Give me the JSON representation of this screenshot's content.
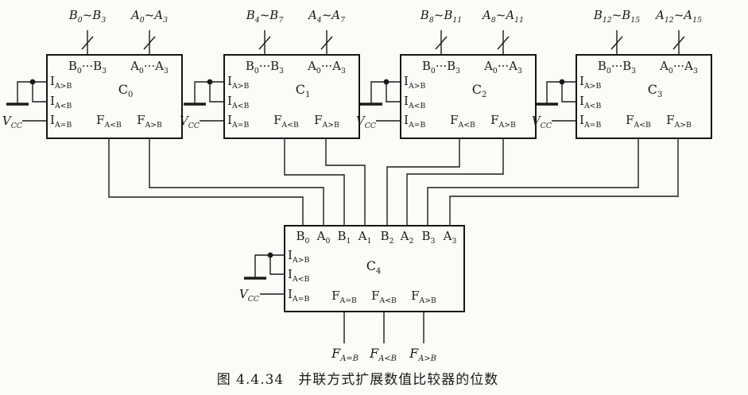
{
  "colors": {
    "ink": "#1a1a1a",
    "paper": "#fbfbf8"
  },
  "caption": {
    "figure_no": "图 4.4.34",
    "title": "并联方式扩展数值比较器的位数"
  },
  "vcc_label": "V_{CC}",
  "top_comparators": [
    {
      "name": "C_{0}",
      "bus_b": "B_{0}~B_{3}",
      "bus_a": "A_{0}~A_{3}",
      "port_b": "B_{0}···B_{3}",
      "port_a": "A_{0}···A_{3}",
      "cascade_inputs": [
        "I_{A>B}",
        "I_{A<B}",
        "I_{A=B}"
      ],
      "outputs": [
        "F_{A<B}",
        "F_{A>B}"
      ]
    },
    {
      "name": "C_{1}",
      "bus_b": "B_{4}~B_{7}",
      "bus_a": "A_{4}~A_{7}",
      "port_b": "B_{0}···B_{3}",
      "port_a": "A_{0}···A_{3}",
      "cascade_inputs": [
        "I_{A>B}",
        "I_{A<B}",
        "I_{A=B}"
      ],
      "outputs": [
        "F_{A<B}",
        "F_{A>B}"
      ]
    },
    {
      "name": "C_{2}",
      "bus_b": "B_{8}~B_{11}",
      "bus_a": "A_{8}~A_{11}",
      "port_b": "B_{0}···B_{3}",
      "port_a": "A_{0}···A_{3}",
      "cascade_inputs": [
        "I_{A>B}",
        "I_{A<B}",
        "I_{A=B}"
      ],
      "outputs": [
        "F_{A<B}",
        "F_{A>B}"
      ]
    },
    {
      "name": "C_{3}",
      "bus_b": "B_{12}~B_{15}",
      "bus_a": "A_{12}~A_{15}",
      "port_b": "B_{0}···B_{3}",
      "port_a": "A_{0}···A_{3}",
      "cascade_inputs": [
        "I_{A>B}",
        "I_{A<B}",
        "I_{A=B}"
      ],
      "outputs": [
        "F_{A<B}",
        "F_{A>B}"
      ]
    }
  ],
  "final_comparator": {
    "name": "C_{4}",
    "ports": [
      "B_{0}",
      "A_{0}",
      "B_{1}",
      "A_{1}",
      "B_{2}",
      "A_{2}",
      "B_{3}",
      "A_{3}"
    ],
    "cascade_inputs": [
      "I_{A>B}",
      "I_{A<B}",
      "I_{A=B}"
    ],
    "outputs": [
      "F_{A=B}",
      "F_{A<B}",
      "F_{A>B}"
    ],
    "external_outputs": [
      "F_{A=B}",
      "F_{A<B}",
      "F_{A>B}"
    ]
  }
}
